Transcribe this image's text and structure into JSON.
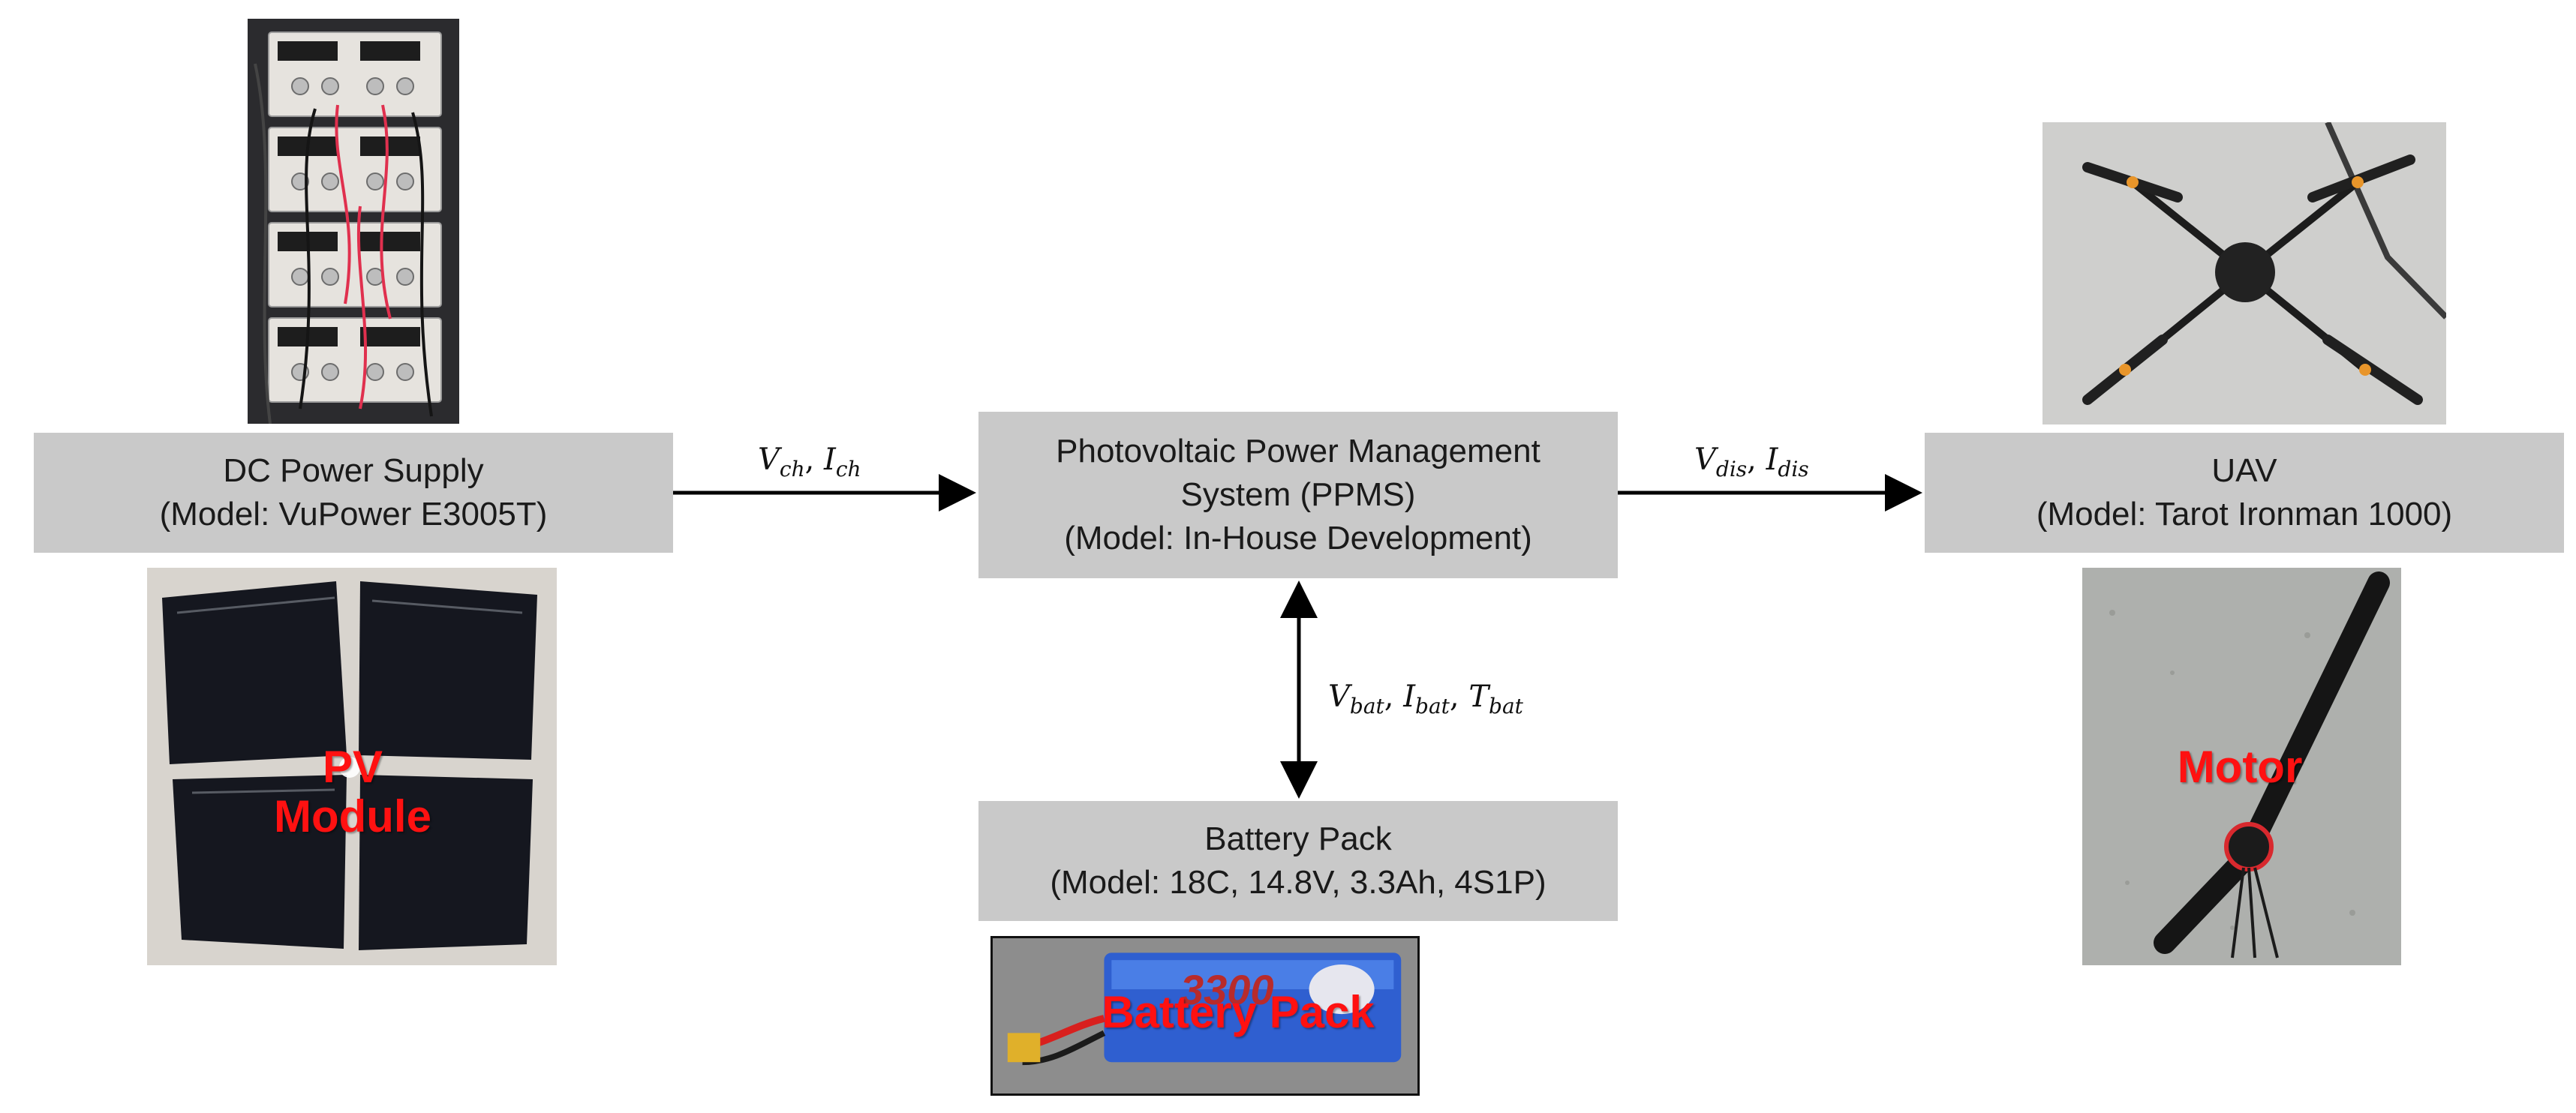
{
  "colors": {
    "box_fill": "#c9c9c9",
    "overlay_red": "#ff1111",
    "arrow": "#000000"
  },
  "blocks": {
    "dc_power_supply": {
      "line1": "DC Power Supply",
      "line2": "(Model: VuPower E3005T)"
    },
    "ppms": {
      "line1": "Photovoltaic Power Management",
      "line2": "System (PPMS)",
      "line3": "(Model: In-House Development)"
    },
    "uav": {
      "line1": "UAV",
      "line2": "(Model: Tarot Ironman 1000)"
    },
    "battery_pack": {
      "line1": "Battery Pack",
      "line2": "(Model: 18C, 14.8V, 3.3Ah, 4S1P)"
    }
  },
  "photo_labels": {
    "pv_module_line1": "PV",
    "pv_module_line2": "Module",
    "motor": "Motor",
    "battery_pack": "Battery Pack",
    "battery_capacity": "3300"
  },
  "signals": {
    "charge": {
      "v": "V",
      "v_sub": "ch",
      "i": "I",
      "i_sub": "ch"
    },
    "discharge": {
      "v": "V",
      "v_sub": "dis",
      "i": "I",
      "i_sub": "dis"
    },
    "battery": {
      "v": "V",
      "v_sub": "bat",
      "i": "I",
      "i_sub": "bat",
      "t": "T",
      "t_sub": "bat"
    }
  }
}
